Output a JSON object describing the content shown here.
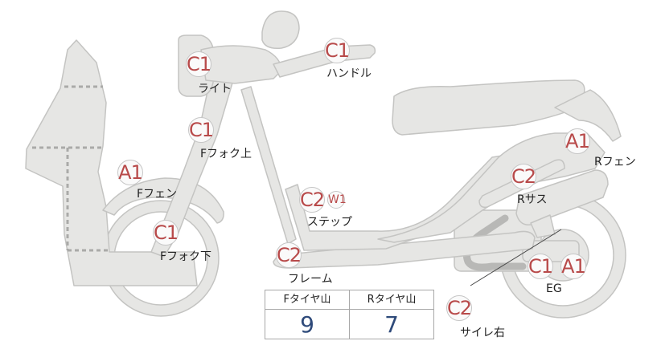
{
  "parts": {
    "light": {
      "grade": "C1",
      "label": "ライト"
    },
    "handle": {
      "grade": "C1",
      "label": "ハンドル"
    },
    "fork_upper": {
      "grade": "C1",
      "label": "Fフォク上"
    },
    "front_fender": {
      "grade": "A1",
      "label": "Fフェン"
    },
    "fork_lower": {
      "grade": "C1",
      "label": "Fフォク下"
    },
    "step": {
      "grade": "C2",
      "grade2": "W1",
      "label": "ステップ"
    },
    "frame": {
      "grade": "C2",
      "label": "フレーム"
    },
    "rear_fender": {
      "grade": "A1",
      "label": "Rフェン"
    },
    "rear_susp": {
      "grade": "C2",
      "label": "Rサス"
    },
    "engine": {
      "grade": "C1",
      "grade2": "A1",
      "label": "EG"
    },
    "muffler_r": {
      "grade": "C2",
      "label": "サイレ右"
    }
  },
  "tread_table": {
    "front_header": "Fタイヤ山",
    "rear_header": "Rタイヤ山",
    "front_value": "9",
    "rear_value": "7"
  },
  "colors": {
    "grade_text": "#b84a4a",
    "tread_value": "#2e4a7a",
    "body_fill": "#e6e6e4"
  }
}
